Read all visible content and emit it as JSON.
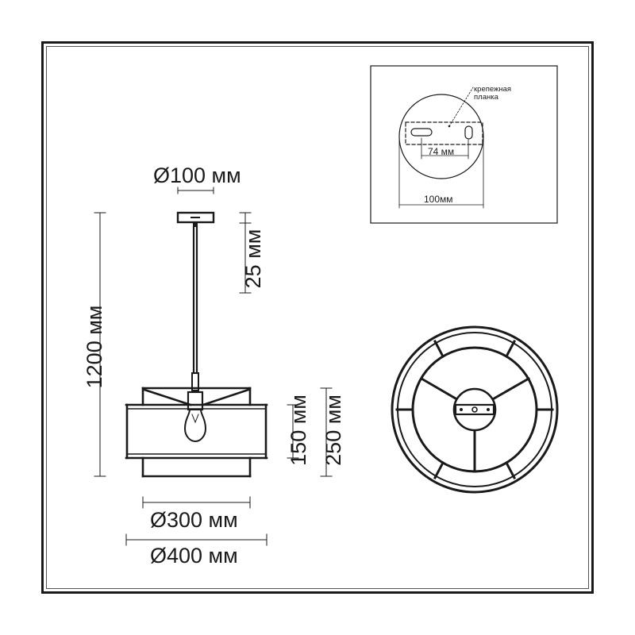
{
  "labels": {
    "canopy_diameter": "Ø100 мм",
    "canopy_height": "25 мм",
    "total_height": "1200 мм",
    "inner_shade_height": "150 мм",
    "outer_shade_height": "250 мм",
    "inner_diameter": "Ø300 мм",
    "outer_diameter": "Ø400 мм"
  },
  "inset": {
    "bracket_label_line1": "крепежная",
    "bracket_label_line2": "планка",
    "slot_spacing": "74 мм",
    "plate_width": "100мм"
  },
  "colors": {
    "line": "#1a1a1a",
    "background": "#ffffff"
  }
}
